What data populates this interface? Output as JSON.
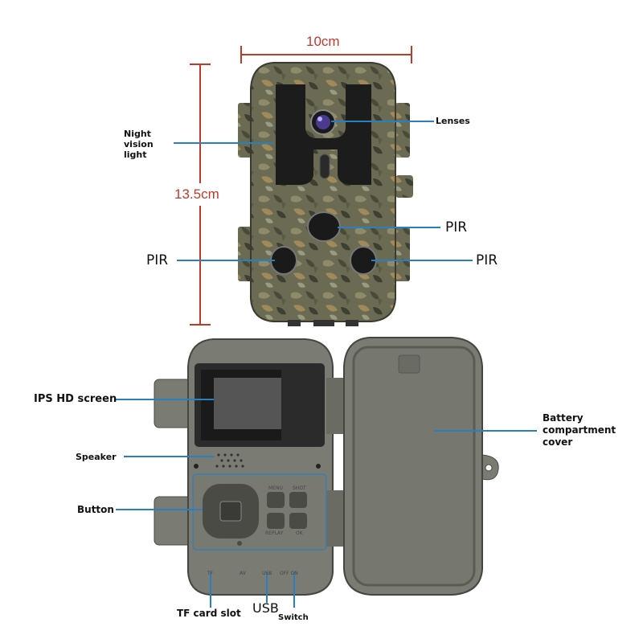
{
  "dimensions": {
    "width": "10cm",
    "height": "13.5cm"
  },
  "front_labels": {
    "night_vision": [
      "Night",
      "vision",
      "light"
    ],
    "lenses": "Lenses",
    "pir_center": "PIR",
    "pir_left": "PIR",
    "pir_right": "PIR"
  },
  "back_labels": {
    "screen": "IPS HD screen",
    "speaker": "Speaker",
    "button": "Button",
    "battery": [
      "Battery",
      "compartment",
      "cover"
    ],
    "tf_card": "TF card slot",
    "usb": "USB",
    "switch": "Switch"
  },
  "panel_text": {
    "menu": "MENU",
    "shot": "SHOT",
    "replay": "REPLAY",
    "ok": "OK",
    "tf": "TF",
    "av": "AV",
    "usb": "USB",
    "off_on": "OFF ON"
  },
  "colors": {
    "dimension": "#c0392b",
    "callout": "#2a7fc0",
    "camo": "#6b6a52",
    "body": "#7a7c74"
  }
}
